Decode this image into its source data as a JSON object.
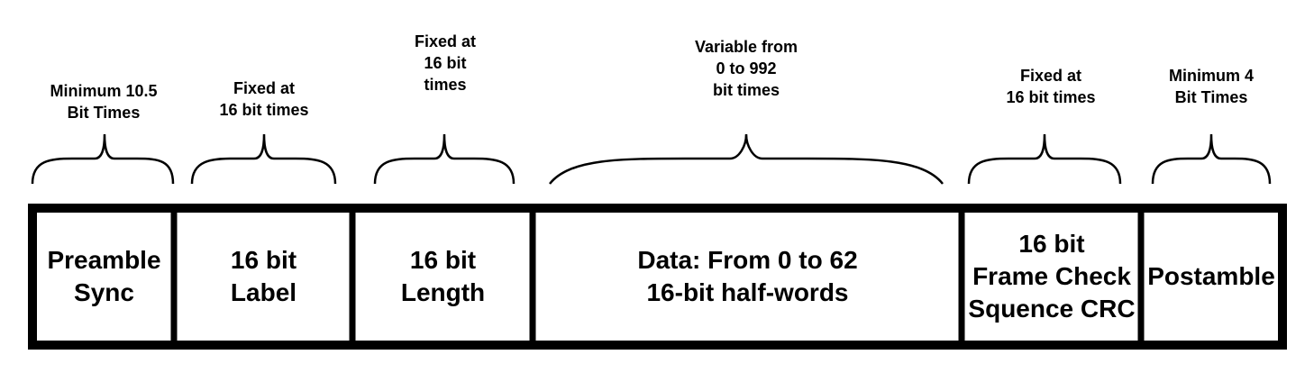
{
  "fields": [
    {
      "id": "preamble",
      "caption": [
        "Minimum 10.5",
        "Bit Times"
      ],
      "label": [
        "Preamble",
        "Sync"
      ]
    },
    {
      "id": "label",
      "caption": [
        "Fixed at",
        "16 bit times"
      ],
      "label": [
        "16 bit",
        "Label"
      ]
    },
    {
      "id": "length",
      "caption": [
        "Fixed at",
        "16 bit",
        "times"
      ],
      "label": [
        "16 bit",
        "Length"
      ]
    },
    {
      "id": "data",
      "caption": [
        "Variable from",
        "0 to 992",
        "bit times"
      ],
      "label": [
        "Data: From 0 to 62",
        "16-bit half-words"
      ]
    },
    {
      "id": "crc",
      "caption": [
        "Fixed at",
        "16 bit times"
      ],
      "label": [
        "16 bit",
        "Frame Check",
        "Squence CRC"
      ]
    },
    {
      "id": "postamble",
      "caption": [
        "Minimum 4",
        "Bit Times"
      ],
      "label": [
        "Postamble"
      ]
    }
  ]
}
